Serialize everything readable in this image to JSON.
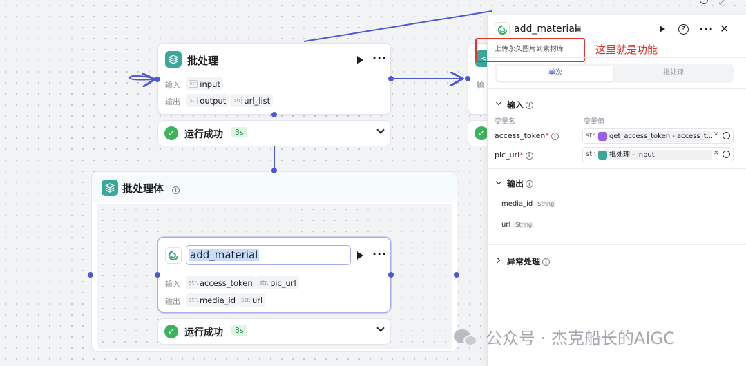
{
  "node_batch": {
    "title": "批处理",
    "input_label": "输入",
    "output_label": "输出",
    "inputs": [
      {
        "type": "str",
        "name": "input"
      }
    ],
    "outputs": [
      {
        "type": "str",
        "name": "output"
      },
      {
        "type": "str",
        "name": "url_list"
      }
    ],
    "status": "运行成功",
    "duration": "3s"
  },
  "node_batch_body": {
    "title": "批处理体"
  },
  "node_add_material": {
    "title": "add_material",
    "input_label": "输入",
    "output_label": "输出",
    "inputs": [
      {
        "type": "str.",
        "name": "access_token"
      },
      {
        "type": "str.",
        "name": "pic_url"
      }
    ],
    "outputs": [
      {
        "type": "str.",
        "name": "media_id"
      },
      {
        "type": "str.",
        "name": "url"
      }
    ],
    "status": "运行成功",
    "duration": "3s"
  },
  "peek_node": {
    "input_label": "输",
    "title_fragment": "<"
  },
  "panel": {
    "title": "add_material",
    "description": "上传永久图片到素材库",
    "annotation": "这里就是功能",
    "tabs": [
      {
        "label": "单次",
        "active": true
      },
      {
        "label": "批处理",
        "active": false
      }
    ],
    "input_section": {
      "title": "输入",
      "col_name": "变量名",
      "col_value": "变量值",
      "rows": [
        {
          "name": "access_token",
          "required": "*",
          "type": "str.",
          "value": "get_access_token - access_t..."
        },
        {
          "name": "pic_url",
          "required": "*",
          "type": "str.",
          "value": "批处理 - input"
        }
      ]
    },
    "output_section": {
      "title": "输出",
      "items": [
        {
          "name": "media_id",
          "type": "String"
        },
        {
          "name": "url",
          "type": "String"
        }
      ]
    },
    "error_section": {
      "title": "异常处理"
    }
  },
  "watermark": "公众号 · 杰克船长的AIGC",
  "colors": {
    "accent": "#4e57d6",
    "teal": "#3aa79a",
    "success": "#3cb25d",
    "annotation": "#e0342c",
    "purple": "#9b5de5"
  }
}
